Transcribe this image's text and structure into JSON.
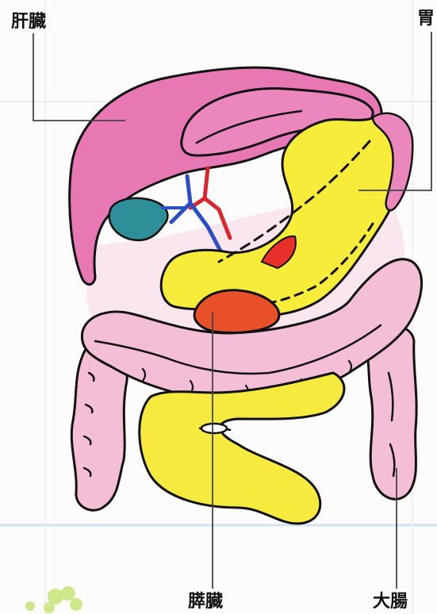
{
  "labels": {
    "liver": "肝臓",
    "stomach": "胃",
    "pancreas": "膵臓",
    "large_intestine": "大腸"
  },
  "colors": {
    "liver": "#e878b4",
    "stomach": "#f7ec3a",
    "large_intestine": "#f4bfd6",
    "small_intestine": "#f7ea3e",
    "pancreas": "#e8502a",
    "gallbladder": "#2f8f99",
    "artery": "#d8262e",
    "vein": "#2a4fc4",
    "outline": "#111111",
    "leader_line": "#444444",
    "paper_rule": "#cfe3ef"
  }
}
